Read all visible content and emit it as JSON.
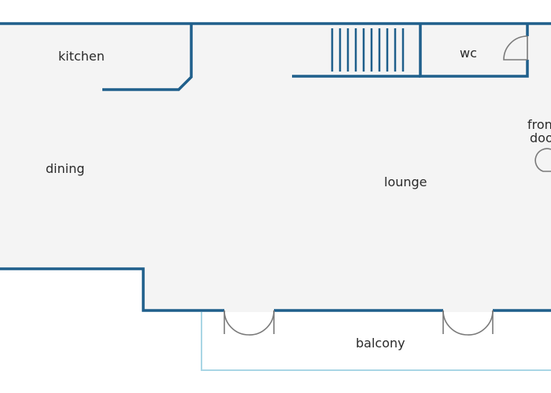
{
  "floorplan": {
    "rooms": {
      "kitchen": "kitchen",
      "dining": "dining",
      "lounge": "lounge",
      "wc": "wc",
      "front_door": [
        "front",
        "door"
      ],
      "balcony": "balcony"
    },
    "colors": {
      "wall": "#1f5f8b",
      "floor": "#f4f4f4",
      "balcony_rail": "#a9d6e5",
      "door": "#7a7a7a",
      "label": "#2a2a2a"
    }
  }
}
